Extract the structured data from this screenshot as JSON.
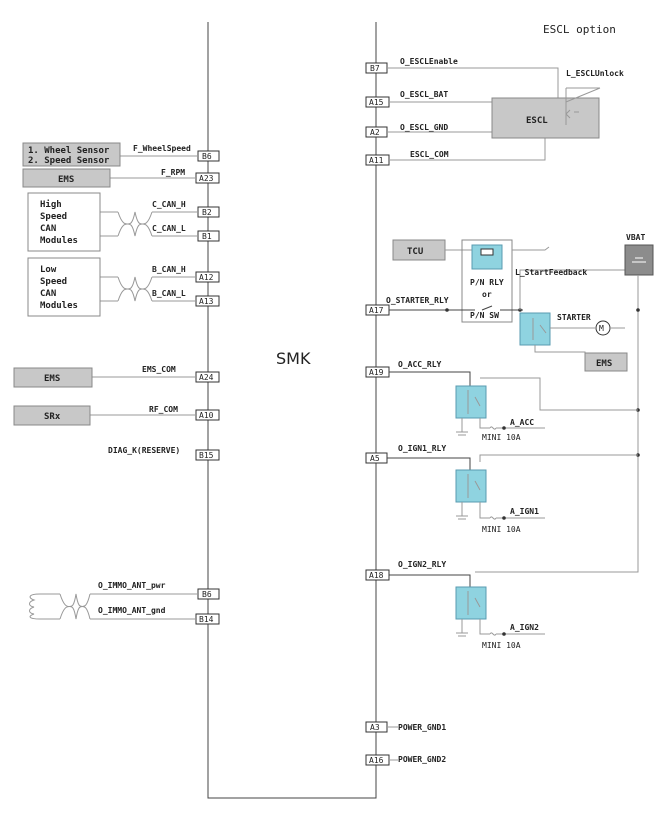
{
  "title": "ESCL option",
  "smk_label": "SMK",
  "left_pins": [
    {
      "pin": "B6",
      "signal": "F_WheelSpeed"
    },
    {
      "pin": "A23",
      "signal": "F_RPM"
    },
    {
      "pin": "B2",
      "signal": "C_CAN_H"
    },
    {
      "pin": "B1",
      "signal": "C_CAN_L"
    },
    {
      "pin": "A12",
      "signal": "B_CAN_H"
    },
    {
      "pin": "A13",
      "signal": "B_CAN_L"
    },
    {
      "pin": "A24",
      "signal": "EMS_COM"
    },
    {
      "pin": "A10",
      "signal": "RF_COM"
    },
    {
      "pin": "B15",
      "signal": "DIAG_K(RESERVE)"
    },
    {
      "pin": "B6",
      "signal": "O_IMMO_ANT_pwr"
    },
    {
      "pin": "B14",
      "signal": "O_IMMO_ANT_gnd"
    }
  ],
  "right_pins": [
    {
      "pin": "B7",
      "signal": "O_ESCLEnable"
    },
    {
      "pin": "A15",
      "signal": "O_ESCL_BAT"
    },
    {
      "pin": "A2",
      "signal": "O_ESCL_GND"
    },
    {
      "pin": "A11",
      "signal": "ESCL_COM"
    },
    {
      "pin": "A17",
      "signal": "O_STARTER_RLY"
    },
    {
      "pin": "A19",
      "signal": "O_ACC_RLY"
    },
    {
      "pin": "A5",
      "signal": "O_IGN1_RLY"
    },
    {
      "pin": "A18",
      "signal": "O_IGN2_RLY"
    },
    {
      "pin": "A3",
      "signal": "POWER_GND1"
    },
    {
      "pin": "A16",
      "signal": "POWER_GND2"
    }
  ],
  "left_boxes": {
    "wheel_sensor_1": "1. Wheel Sensor",
    "wheel_sensor_2": "2. Speed Sensor",
    "ems_top": "EMS",
    "hs_can": [
      "High",
      "Speed",
      "CAN",
      "Modules"
    ],
    "ls_can": [
      "Low",
      "Speed",
      "CAN",
      "Modules"
    ],
    "ems_mid": "EMS",
    "srx": "SRx"
  },
  "right_parts": {
    "escl": "ESCL",
    "escl_unlock": "L_ESCLUnlock",
    "tcu": "TCU",
    "vbat": "VBAT",
    "start_feedback": "L_StartFeedback",
    "pn_rly_1": "P/N RLY",
    "pn_rly_2": "or",
    "pn_rly_3": "P/N SW",
    "starter": "STARTER",
    "motor": "M",
    "ems_right": "EMS",
    "a_acc": "A_ACC",
    "a_ign1": "A_IGN1",
    "a_ign2": "A_IGN2",
    "fuse_1": "MINI 10A",
    "fuse_2": "MINI 10A",
    "fuse_3": "MINI 10A"
  }
}
